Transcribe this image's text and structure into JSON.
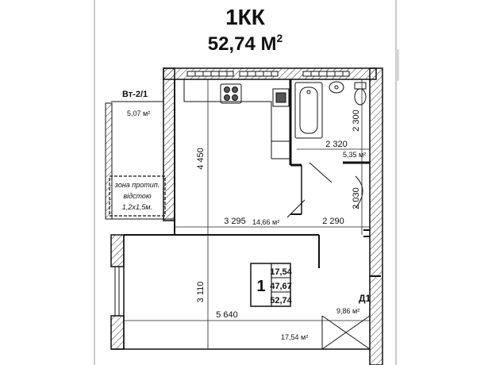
{
  "header": {
    "unit_type": "1КК",
    "area_number": "52,74 М",
    "area_sup": "2"
  },
  "plan": {
    "stair_code": "Вт-2/1",
    "fire_zone": [
      "зона протип.",
      "відстою",
      "1,2х1,5м."
    ],
    "door_label": "Д1",
    "areas": [
      {
        "name": "terrace-area",
        "text": "5,07 м²"
      },
      {
        "name": "main-room-area",
        "text": "14,66 м²"
      },
      {
        "name": "bathroom-area",
        "text": "5,35 м²"
      },
      {
        "name": "lower-room-area",
        "text": "17,54 м²"
      },
      {
        "name": "corner-area",
        "text": "9,86 м²"
      }
    ],
    "dimensions": [
      {
        "name": "dim-4450",
        "text": "4 450"
      },
      {
        "name": "dim-3295",
        "text": "3 295"
      },
      {
        "name": "dim-2290",
        "text": "2 290"
      },
      {
        "name": "dim-2320",
        "text": "2 320"
      },
      {
        "name": "dim-2300",
        "text": "2 300"
      },
      {
        "name": "dim-2030",
        "text": "2 030"
      },
      {
        "name": "dim-3110",
        "text": "3 110"
      },
      {
        "name": "dim-5640",
        "text": "5 640"
      }
    ],
    "summary": {
      "unit_number": "1",
      "values": [
        "17,54",
        "47,67",
        "52,74"
      ]
    }
  }
}
